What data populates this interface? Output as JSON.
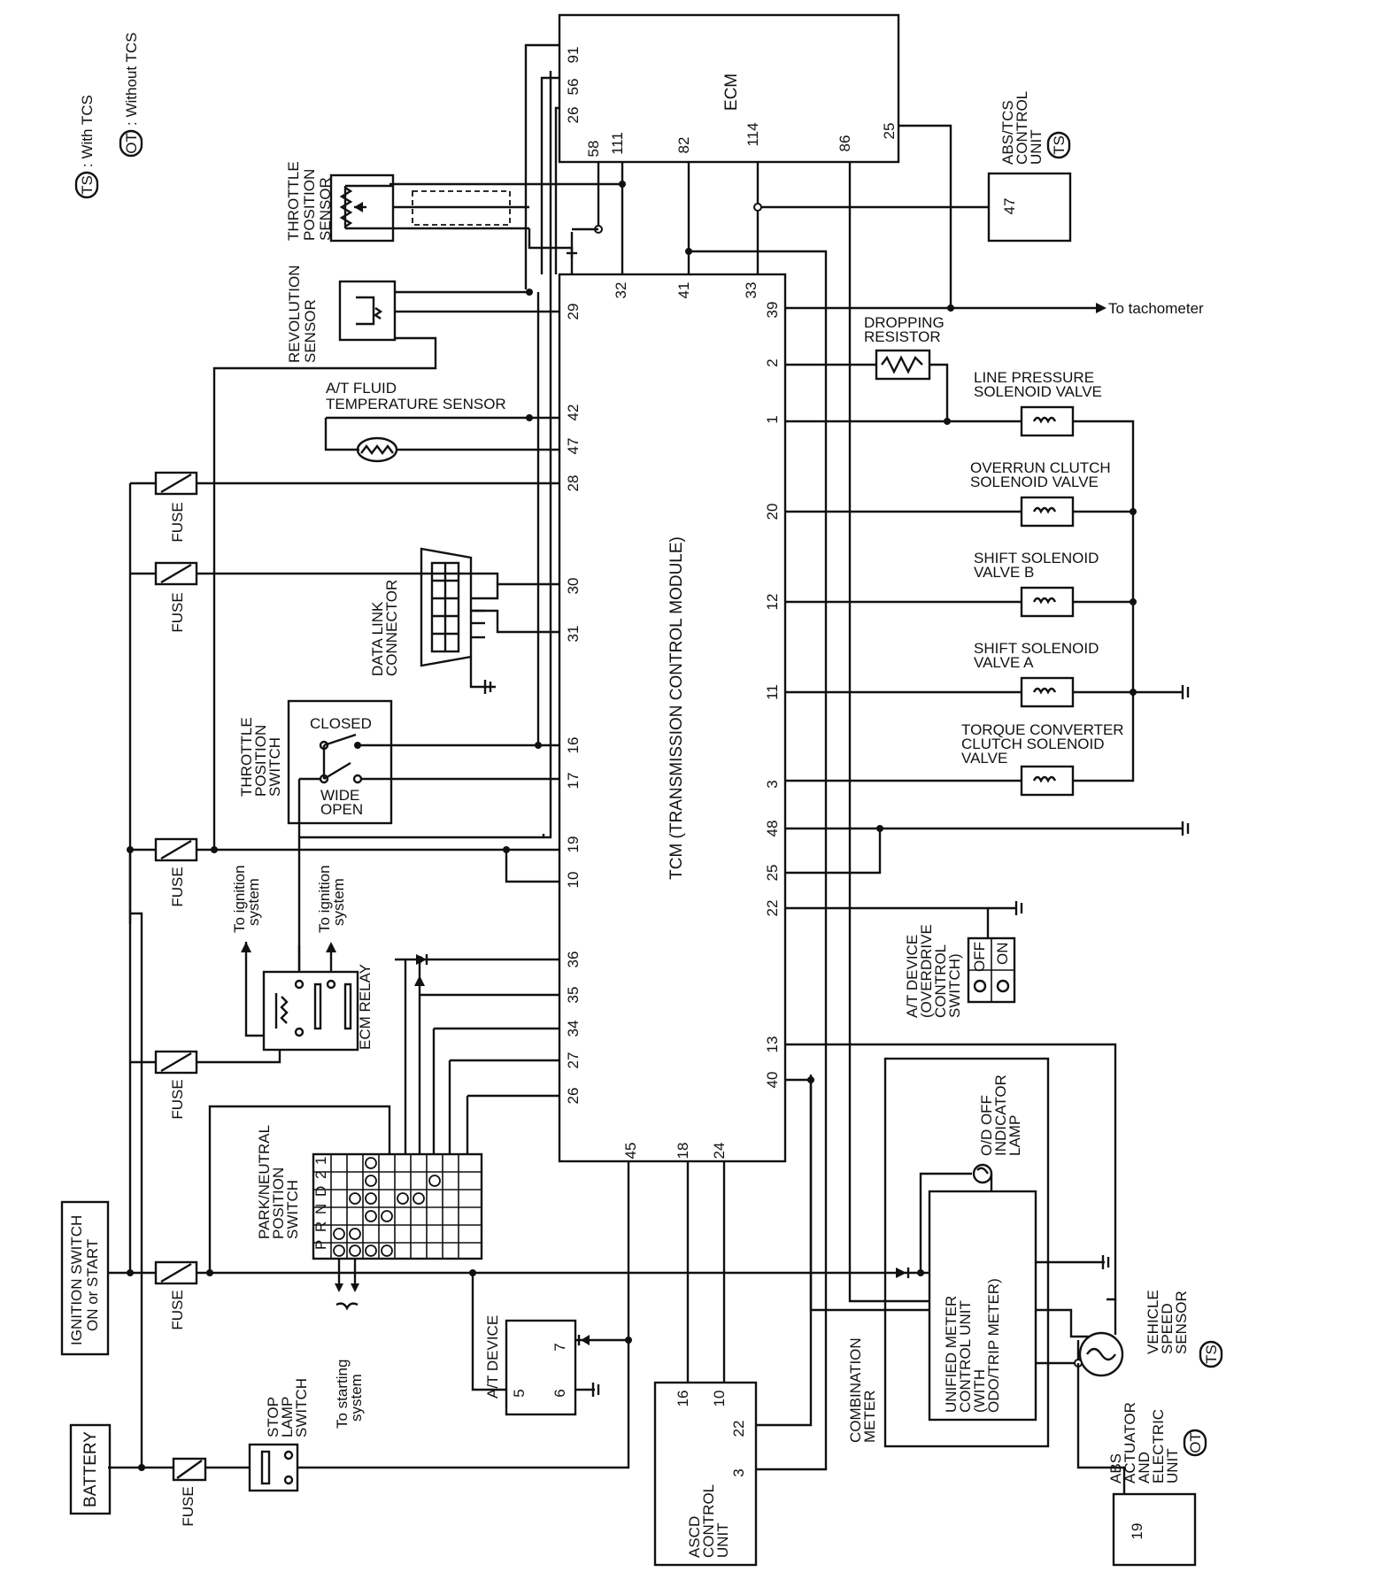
{
  "legend": {
    "ts_symbol": "TS",
    "ts_text": ": With TCS",
    "ot_symbol": "OT",
    "ot_text": ": Without TCS"
  },
  "labels": {
    "ecm": "ECM",
    "tcm": "TCM (TRANSMISSION CONTROL MODULE)",
    "abs_tcs": [
      "ABS/TCS",
      "CONTROL",
      "UNIT"
    ],
    "throttle_pos_sensor": [
      "THROTTLE",
      "POSITION",
      "SENSOR"
    ],
    "revolution_sensor": [
      "REVOLUTION",
      "SENSOR"
    ],
    "fluid_temp_sensor": [
      "A/T FLUID",
      "TEMPERATURE SENSOR"
    ],
    "data_link": [
      "DATA LINK",
      "CONNECTOR"
    ],
    "throttle_pos_switch": [
      "THROTTLE",
      "POSITION",
      "SWITCH"
    ],
    "closed": "CLOSED",
    "wide_open": [
      "WIDE",
      "OPEN"
    ],
    "to_ignition_1": [
      "To ignition",
      "system"
    ],
    "to_ignition_2": [
      "To ignition",
      "system"
    ],
    "ecm_relay": "ECM RELAY",
    "pn_switch": [
      "PARK/NEUTRAL",
      "POSITION",
      "SWITCH"
    ],
    "ignition_switch": [
      "IGNITION SWITCH",
      "ON or START"
    ],
    "battery": "BATTERY",
    "fuse": "FUSE",
    "stop_lamp": [
      "STOP",
      "LAMP",
      "SWITCH"
    ],
    "to_starting": [
      "To starting",
      "system"
    ],
    "at_device": "A/T DEVICE",
    "ascd": [
      "ASCD",
      "CONTROL",
      "UNIT"
    ],
    "to_tachometer": "To tachometer",
    "dropping_resistor": [
      "DROPPING",
      "RESISTOR"
    ],
    "line_pressure": [
      "LINE PRESSURE",
      "SOLENOID VALVE"
    ],
    "overrun": [
      "OVERRUN CLUTCH",
      "SOLENOID VALVE"
    ],
    "shift_b": [
      "SHIFT SOLENOID",
      "VALVE B"
    ],
    "shift_a": [
      "SHIFT SOLENOID",
      "VALVE A"
    ],
    "torque_conv": [
      "TORQUE CONVERTER",
      "CLUTCH SOLENOID",
      "VALVE"
    ],
    "od_switch": [
      "A/T DEVICE",
      "(OVERDRIVE",
      "CONTROL",
      "SWITCH)"
    ],
    "off": "OFF",
    "on": "ON",
    "od_lamp": [
      "O/D OFF",
      "INDICATOR",
      "LAMP"
    ],
    "combination_meter": [
      "COMBINATION",
      "METER"
    ],
    "unified_meter": [
      "UNIFIED METER",
      "CONTROL UNIT",
      "(WITH",
      "ODO/TRIP METER)"
    ],
    "vss": [
      "VEHICLE",
      "SPEED",
      "SENSOR"
    ],
    "abs_actuator": [
      "ABS",
      "ACTUATOR",
      "AND",
      "ELECTRIC",
      "UNIT"
    ],
    "prnd": [
      "P",
      "R",
      "N",
      "D",
      "2",
      "1"
    ]
  },
  "pins": {
    "ecm_top": [
      "91",
      "56",
      "26"
    ],
    "ecm_bottom": [
      "58",
      "111",
      "82",
      "114",
      "86",
      "25"
    ],
    "abs_tcs": "47",
    "tcm_top": [
      "32",
      "41",
      "33"
    ],
    "tcm_left": [
      "29",
      "42",
      "47",
      "28",
      "30",
      "31",
      "16",
      "17",
      "19",
      "10",
      "36",
      "35",
      "34",
      "27",
      "26"
    ],
    "tcm_right": [
      "39",
      "2",
      "1",
      "20",
      "12",
      "11",
      "3",
      "48",
      "25",
      "22",
      "13",
      "40"
    ],
    "tcm_bottom": [
      "45",
      "18",
      "24"
    ],
    "at_device": [
      "7",
      "5",
      "6"
    ],
    "ascd": [
      "16",
      "10",
      "22",
      "3"
    ],
    "abs_actuator": "19"
  }
}
